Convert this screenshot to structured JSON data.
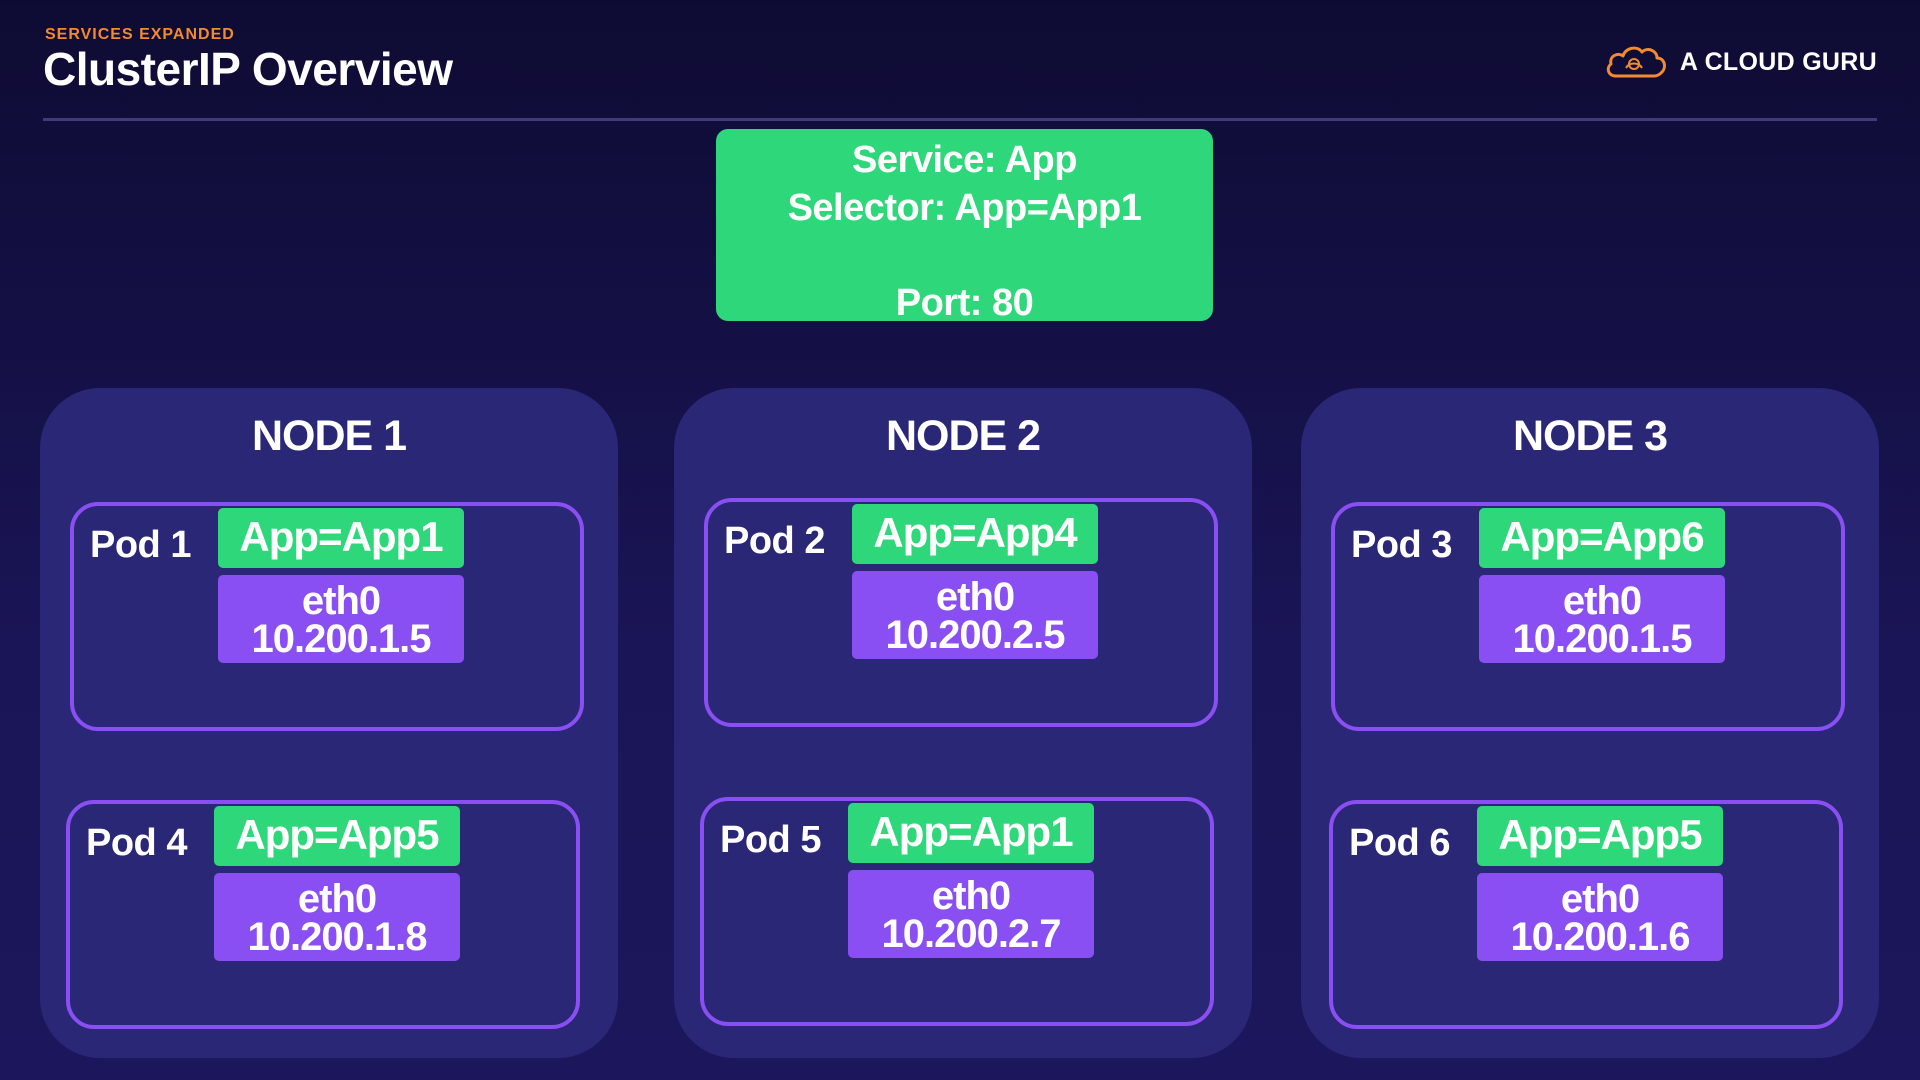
{
  "header": {
    "eyebrow": "SERVICES EXPANDED",
    "title": "ClusterIP Overview",
    "logo_text": "A CLOUD GURU",
    "logo_icon": "cloud-logo-icon"
  },
  "colors": {
    "accent_orange": "#f28a30",
    "green": "#2ed87a",
    "purple": "#8a4ff2",
    "node_bg": "#2b2777",
    "background": "#161248"
  },
  "service": {
    "line1": "Service: App",
    "line2": "Selector: App=App1",
    "line3": "Port: 80"
  },
  "nodes": [
    {
      "title": "NODE 1",
      "pods": [
        {
          "label": "Pod 1",
          "app": "App=App1",
          "iface": "eth0",
          "ip": "10.200.1.5"
        },
        {
          "label": "Pod 4",
          "app": "App=App5",
          "iface": "eth0",
          "ip": "10.200.1.8"
        }
      ]
    },
    {
      "title": "NODE 2",
      "pods": [
        {
          "label": "Pod 2",
          "app": "App=App4",
          "iface": "eth0",
          "ip": "10.200.2.5"
        },
        {
          "label": "Pod 5",
          "app": "App=App1",
          "iface": "eth0",
          "ip": "10.200.2.7"
        }
      ]
    },
    {
      "title": "NODE 3",
      "pods": [
        {
          "label": "Pod 3",
          "app": "App=App6",
          "iface": "eth0",
          "ip": "10.200.1.5"
        },
        {
          "label": "Pod 6",
          "app": "App=App5",
          "iface": "eth0",
          "ip": "10.200.1.6"
        }
      ]
    }
  ]
}
